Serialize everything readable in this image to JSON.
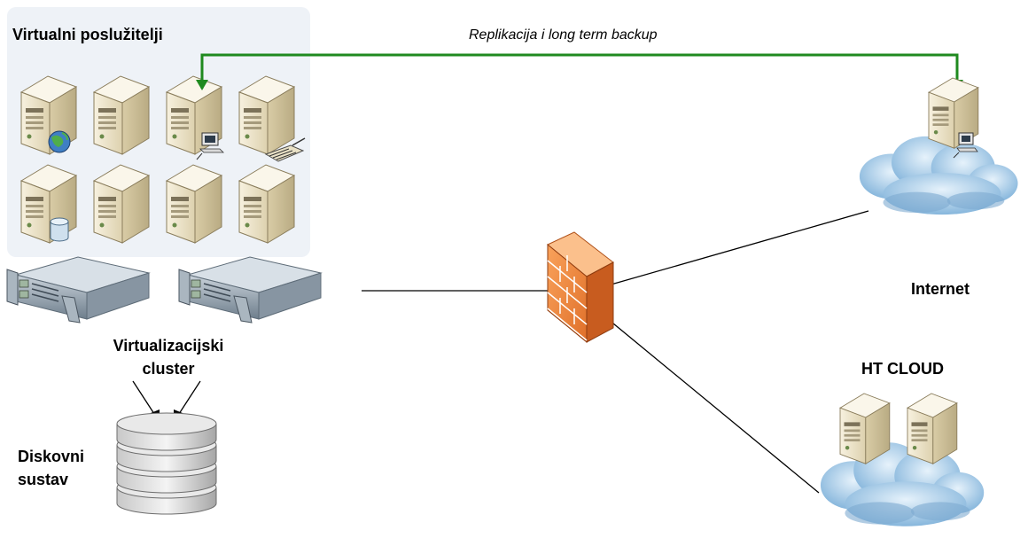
{
  "labels": {
    "virtual_servers_title": "Virtualni poslužitelji",
    "replication_caption": "Replikacija i long term backup",
    "cluster_line1": "Virtualizacijski",
    "cluster_line2": "cluster",
    "disk_line1": "Diskovni",
    "disk_line2": "sustav",
    "internet": "Internet",
    "ht_cloud": "HT CLOUD"
  },
  "colors": {
    "server_light": "#f3ecd6",
    "server_mid": "#ded3b3",
    "server_dark": "#b8aa84",
    "firewall": "#f08a3c",
    "cloud": "#a8cce8",
    "link_green": "#1f8a1f",
    "group_bg": "#eef2f7"
  },
  "icons": [
    "server-tower-icon",
    "globe-icon",
    "database-icon",
    "terminal-icon",
    "modem-icon",
    "rack-server-icon",
    "firewall-icon",
    "cloud-icon",
    "disk-stack-icon"
  ]
}
